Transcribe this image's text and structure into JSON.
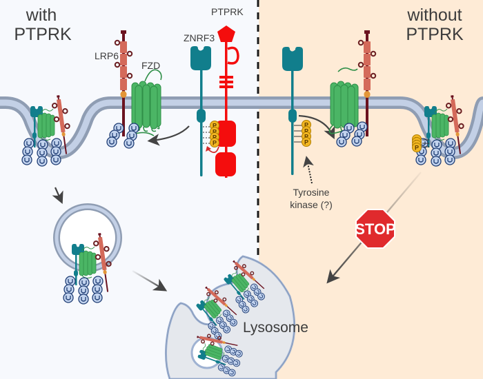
{
  "panels": {
    "left": {
      "title_line1": "with",
      "title_line2": "PTPRK",
      "background": "#f7f9fd"
    },
    "right": {
      "title_line1": "without",
      "title_line2": "PTPRK",
      "background": "#feebd6"
    }
  },
  "labels": {
    "lrp6": "LRP6",
    "fzd": "FZD",
    "znrf3": "ZNRF3",
    "ptprk": "PTPRK",
    "tyrosine_kinase_line1": "Tyrosine",
    "tyrosine_kinase_line2": "kinase (?)",
    "lysosome": "Lysosome",
    "stop_sign": "STOP",
    "phospho": "P",
    "ubiquitin": "U"
  },
  "colors": {
    "membrane_outer": "#8f9db3",
    "membrane_inner": "#c3d0e6",
    "znrf3": "#117e8c",
    "ptprk": "#f40d0d",
    "lrp6_block": "#d46a5a",
    "lrp6_stem": "#6b1320",
    "lrp6_ring": "#6b1f22",
    "lrp6_orange": "#e39638",
    "fzd": "#4bb565",
    "phospho": "#f2b622",
    "ubiquitin_fill": "#c2d3ee",
    "ubiquitin_stroke": "#1f3d74",
    "lysosome_fill": "#e5e8ed",
    "lysosome_stroke": "#9fb2d2",
    "stop_red": "#e02a2d",
    "arrow": "#444444",
    "divider": "#1a1a1a"
  }
}
